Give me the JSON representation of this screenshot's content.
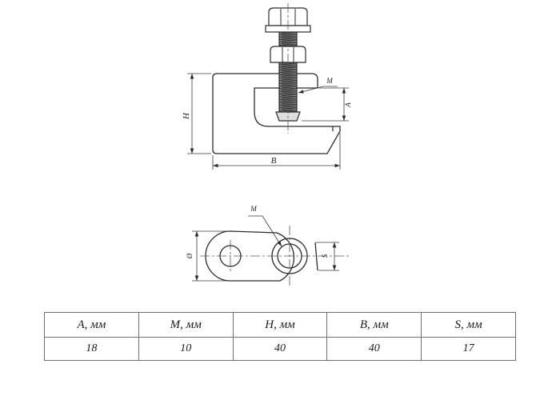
{
  "drawing": {
    "front_view": {
      "height_label": "H",
      "width_label": "B",
      "opening_label": "A",
      "thread_label": "M"
    },
    "bottom_view": {
      "thread_label": "M",
      "diameter_label": "Ø",
      "thickness_label": "S"
    }
  },
  "table": {
    "headers": [
      "А, мм",
      "М, мм",
      "Н, мм",
      "В, мм",
      "S, мм"
    ],
    "values": [
      "18",
      "10",
      "40",
      "40",
      "17"
    ]
  }
}
